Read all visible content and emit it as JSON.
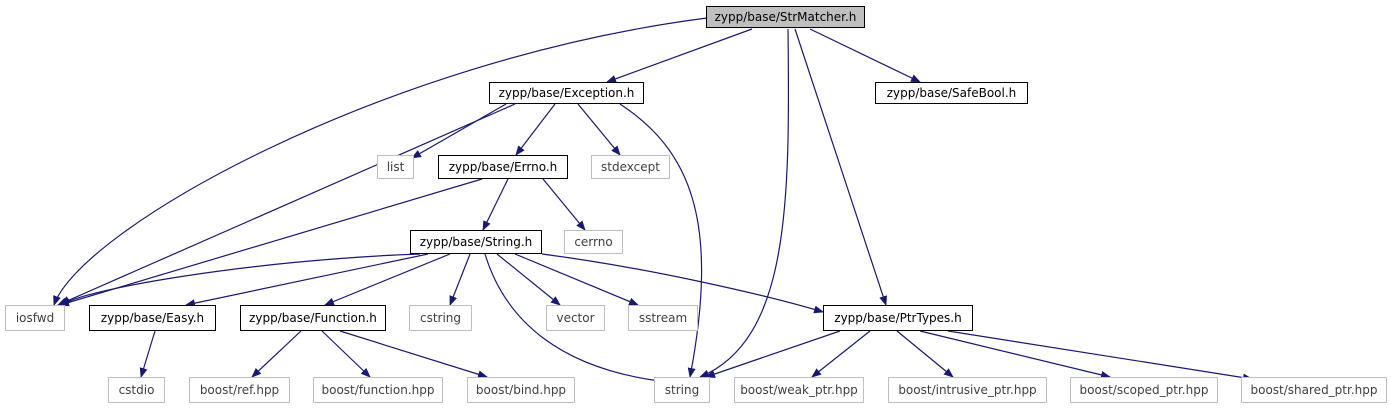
{
  "graph": {
    "edge_color": "#191970",
    "nodes": [
      {
        "id": "strmatcher",
        "label": "zypp/base/StrMatcher.h",
        "kind": "root"
      },
      {
        "id": "exception",
        "label": "zypp/base/Exception.h",
        "kind": "project"
      },
      {
        "id": "safebool",
        "label": "zypp/base/SafeBool.h",
        "kind": "project"
      },
      {
        "id": "list",
        "label": "list",
        "kind": "external"
      },
      {
        "id": "errno",
        "label": "zypp/base/Errno.h",
        "kind": "project"
      },
      {
        "id": "stdexcept",
        "label": "stdexcept",
        "kind": "external"
      },
      {
        "id": "string_h",
        "label": "zypp/base/String.h",
        "kind": "project"
      },
      {
        "id": "cerrno",
        "label": "cerrno",
        "kind": "external"
      },
      {
        "id": "iosfwd",
        "label": "iosfwd",
        "kind": "external"
      },
      {
        "id": "easy",
        "label": "zypp/base/Easy.h",
        "kind": "project"
      },
      {
        "id": "function_h",
        "label": "zypp/base/Function.h",
        "kind": "project"
      },
      {
        "id": "cstring",
        "label": "cstring",
        "kind": "external"
      },
      {
        "id": "vector",
        "label": "vector",
        "kind": "external"
      },
      {
        "id": "sstream",
        "label": "sstream",
        "kind": "external"
      },
      {
        "id": "ptrtypes",
        "label": "zypp/base/PtrTypes.h",
        "kind": "project"
      },
      {
        "id": "cstdio",
        "label": "cstdio",
        "kind": "external"
      },
      {
        "id": "boost_ref",
        "label": "boost/ref.hpp",
        "kind": "external"
      },
      {
        "id": "boost_function",
        "label": "boost/function.hpp",
        "kind": "external"
      },
      {
        "id": "boost_bind",
        "label": "boost/bind.hpp",
        "kind": "external"
      },
      {
        "id": "string",
        "label": "string",
        "kind": "external"
      },
      {
        "id": "boost_weak",
        "label": "boost/weak_ptr.hpp",
        "kind": "external"
      },
      {
        "id": "boost_intrusive",
        "label": "boost/intrusive_ptr.hpp",
        "kind": "external"
      },
      {
        "id": "boost_scoped",
        "label": "boost/scoped_ptr.hpp",
        "kind": "external"
      },
      {
        "id": "boost_shared",
        "label": "boost/shared_ptr.hpp",
        "kind": "external"
      }
    ],
    "edges": [
      {
        "from": "strmatcher",
        "to": "iosfwd"
      },
      {
        "from": "strmatcher",
        "to": "exception"
      },
      {
        "from": "strmatcher",
        "to": "string"
      },
      {
        "from": "strmatcher",
        "to": "ptrtypes"
      },
      {
        "from": "strmatcher",
        "to": "safebool"
      },
      {
        "from": "exception",
        "to": "iosfwd"
      },
      {
        "from": "exception",
        "to": "list"
      },
      {
        "from": "exception",
        "to": "errno"
      },
      {
        "from": "exception",
        "to": "stdexcept"
      },
      {
        "from": "exception",
        "to": "string"
      },
      {
        "from": "errno",
        "to": "iosfwd"
      },
      {
        "from": "errno",
        "to": "string_h"
      },
      {
        "from": "errno",
        "to": "cerrno"
      },
      {
        "from": "string_h",
        "to": "iosfwd"
      },
      {
        "from": "string_h",
        "to": "easy"
      },
      {
        "from": "string_h",
        "to": "function_h"
      },
      {
        "from": "string_h",
        "to": "cstring"
      },
      {
        "from": "string_h",
        "to": "vector"
      },
      {
        "from": "string_h",
        "to": "sstream"
      },
      {
        "from": "string_h",
        "to": "ptrtypes"
      },
      {
        "from": "string_h",
        "to": "string"
      },
      {
        "from": "easy",
        "to": "cstdio"
      },
      {
        "from": "function_h",
        "to": "boost_ref"
      },
      {
        "from": "function_h",
        "to": "boost_function"
      },
      {
        "from": "function_h",
        "to": "boost_bind"
      },
      {
        "from": "ptrtypes",
        "to": "string"
      },
      {
        "from": "ptrtypes",
        "to": "boost_weak"
      },
      {
        "from": "ptrtypes",
        "to": "boost_intrusive"
      },
      {
        "from": "ptrtypes",
        "to": "boost_scoped"
      },
      {
        "from": "ptrtypes",
        "to": "boost_shared"
      }
    ]
  }
}
